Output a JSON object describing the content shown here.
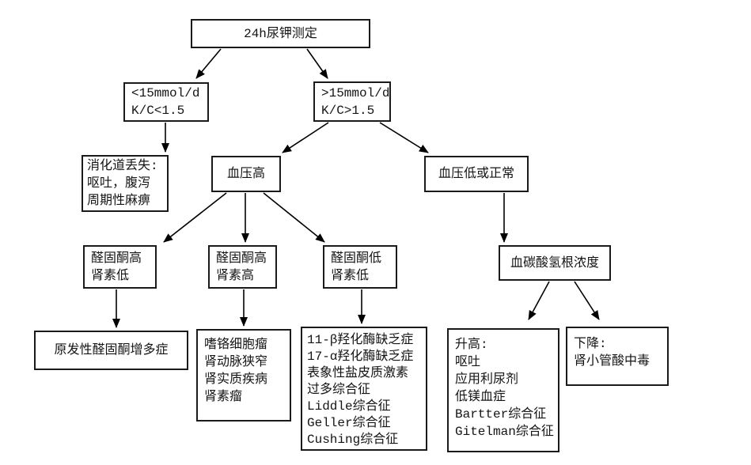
{
  "page": {
    "background_color": "#ffffff",
    "line_color": "#000000",
    "box_border_color": "#1a1a1a"
  },
  "nodes": {
    "root": {
      "lines": [
        "24h尿钾测定"
      ]
    },
    "low_k": {
      "lines": [
        "<15mmol/d",
        "K/C<1.5"
      ]
    },
    "high_k": {
      "lines": [
        ">15mmol/d",
        "K/C>1.5"
      ]
    },
    "gi_loss": {
      "lines": [
        "消化道丢失:",
        "呕吐，腹泻",
        "周期性麻痹"
      ]
    },
    "bp_high": {
      "lines": [
        "血压高"
      ]
    },
    "bp_low_normal": {
      "lines": [
        "血压低或正常"
      ]
    },
    "aldo_high_renin_low": {
      "lines": [
        "醛固酮高",
        "肾素低"
      ]
    },
    "aldo_high_renin_high": {
      "lines": [
        "醛固酮高",
        "肾素高"
      ]
    },
    "aldo_low_renin_low": {
      "lines": [
        "醛固酮低",
        "肾素低"
      ]
    },
    "bicarbonate": {
      "lines": [
        "血碳酸氢根浓度"
      ]
    },
    "primary_aldo": {
      "lines": [
        "原发性醛固酮增多症"
      ]
    },
    "pheo": {
      "lines": [
        "嗜铬细胞瘤",
        "肾动脉狭窄",
        "肾实质疾病",
        "肾素瘤"
      ]
    },
    "enzymes": {
      "lines": [
        "11-β羟化酶缺乏症",
        "17-α羟化酶缺乏症",
        "表象性盐皮质激素",
        "过多综合征",
        "Liddle综合征",
        "Geller综合征",
        "Cushing综合征"
      ]
    },
    "elevated": {
      "lines": [
        "升高:",
        "呕吐",
        "应用利尿剂",
        "低镁血症",
        "Bartter综合征",
        "Gitelman综合征"
      ]
    },
    "decreased": {
      "lines": [
        "下降:",
        "肾小管酸中毒"
      ]
    }
  },
  "edges": [
    {
      "from": "root",
      "to": "low_k"
    },
    {
      "from": "root",
      "to": "high_k"
    },
    {
      "from": "low_k",
      "to": "gi_loss"
    },
    {
      "from": "high_k",
      "to": "bp_high"
    },
    {
      "from": "high_k",
      "to": "bp_low_normal"
    },
    {
      "from": "bp_high",
      "to": "aldo_high_renin_low"
    },
    {
      "from": "bp_high",
      "to": "aldo_high_renin_high"
    },
    {
      "from": "bp_high",
      "to": "aldo_low_renin_low"
    },
    {
      "from": "bp_low_normal",
      "to": "bicarbonate"
    },
    {
      "from": "aldo_high_renin_low",
      "to": "primary_aldo"
    },
    {
      "from": "aldo_high_renin_high",
      "to": "pheo"
    },
    {
      "from": "aldo_low_renin_low",
      "to": "enzymes"
    },
    {
      "from": "bicarbonate",
      "to": "elevated"
    },
    {
      "from": "bicarbonate",
      "to": "decreased"
    }
  ]
}
